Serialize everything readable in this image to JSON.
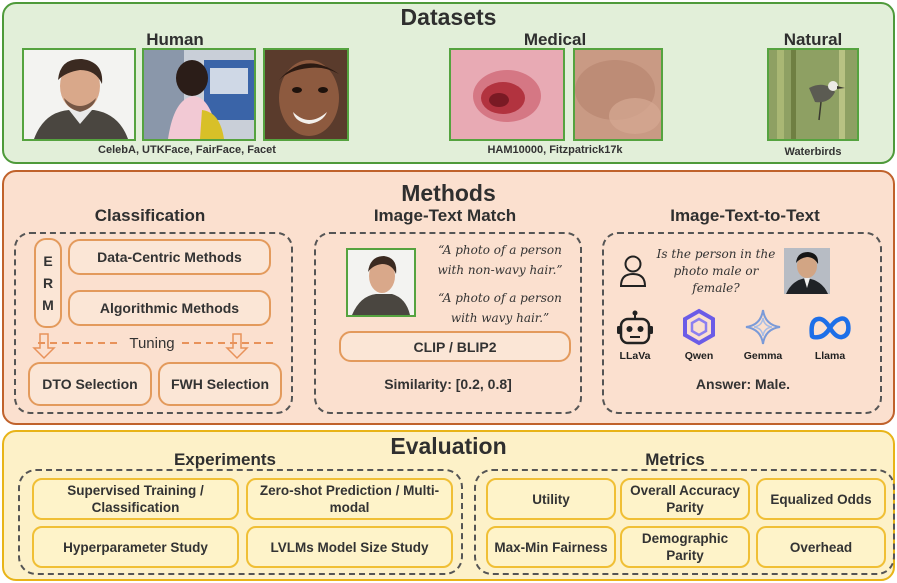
{
  "datasets": {
    "title": "Datasets",
    "groups": [
      {
        "label": "Human",
        "caption": "CelebA, UTKFace, FairFace, Facet"
      },
      {
        "label": "Medical",
        "caption": "HAM10000, Fitzpatrick17k"
      },
      {
        "label": "Natural",
        "caption": "Waterbirds"
      }
    ]
  },
  "methods": {
    "title": "Methods",
    "classification": {
      "title": "Classification",
      "erm_letters": [
        "E",
        "R",
        "M"
      ],
      "data_centric": "Data-Centric Methods",
      "algorithmic": "Algorithmic Methods",
      "tuning": "Tuning",
      "dto": "DTO Selection",
      "fwh": "FWH Selection"
    },
    "image_text_match": {
      "title": "Image-Text Match",
      "prompt1": "“A photo of a person with non-wavy hair.”",
      "prompt2": "“A photo of a person with wavy hair.”",
      "model": "CLIP / BLIP2",
      "similarity": "Similarity: [0.2, 0.8]"
    },
    "image_text_to_text": {
      "title": "Image-Text-to-Text",
      "question": "Is the person in the photo male or female?",
      "models": [
        "LLaVa",
        "Qwen",
        "Gemma",
        "Llama"
      ],
      "answer": "Answer: Male."
    }
  },
  "evaluation": {
    "title": "Evaluation",
    "experiments": {
      "title": "Experiments",
      "items": [
        "Supervised Training / Classification",
        "Zero-shot Prediction / Multi-modal",
        "Hyperparameter Study",
        "LVLMs Model Size Study"
      ]
    },
    "metrics": {
      "title": "Metrics",
      "items": [
        "Utility",
        "Overall Accuracy Parity",
        "Equalized Odds",
        "Max-Min Fairness",
        "Demographic Parity",
        "Overhead"
      ]
    }
  },
  "colors": {
    "datasets_bg": "#e2efd9",
    "datasets_border": "#4e9a3a",
    "methods_bg": "#fbe0cf",
    "methods_border": "#c0622b",
    "evaluation_bg": "#fdf1c8",
    "evaluation_border": "#e8b418",
    "method_box_border": "#e39a5c",
    "eval_box_border": "#f0bf35"
  }
}
